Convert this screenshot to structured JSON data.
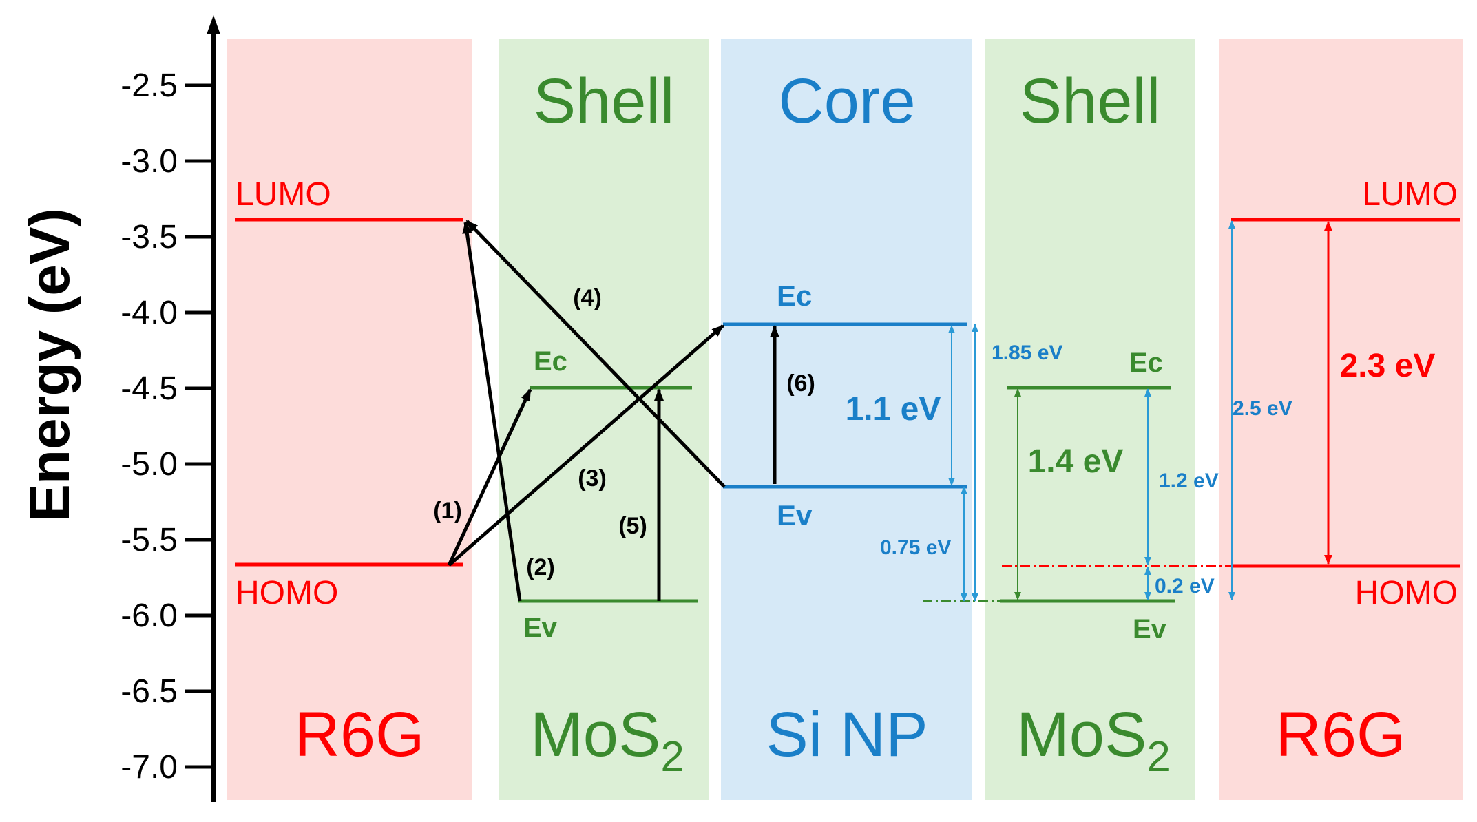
{
  "colors": {
    "red": "#ff0000",
    "green": "#3a8a2e",
    "blue": "#1a7fc8",
    "black": "#000000",
    "bg_red": "#fddcda",
    "bg_green": "#dcefd6",
    "bg_blue": "#d6e9f7"
  },
  "axis": {
    "label": "Energy (eV)",
    "ticks": [
      "-2.5",
      "-3.0",
      "-3.5",
      "-4.0",
      "-4.5",
      "-5.0",
      "-5.5",
      "-6.0",
      "-6.5",
      "-7.0"
    ]
  },
  "panels": [
    {
      "top": "",
      "bottom": "R6G",
      "sub": ""
    },
    {
      "top": "Shell",
      "bottom": "MoS",
      "sub": "2"
    },
    {
      "top": "Core",
      "bottom": "Si NP",
      "sub": ""
    },
    {
      "top": "Shell",
      "bottom": "MoS",
      "sub": "2"
    },
    {
      "top": "",
      "bottom": "R6G",
      "sub": ""
    }
  ],
  "levels": {
    "lumo": "LUMO",
    "homo": "HOMO",
    "ec": "Ec",
    "ev": "Ev"
  },
  "transitions": [
    "(1)",
    "(2)",
    "(3)",
    "(4)",
    "(5)",
    "(6)"
  ],
  "gaps": {
    "si_gap": "1.1 eV",
    "si_to_lumo": "1.85 eV",
    "si_offset": "0.75 eV",
    "mos2_gap": "1.4 eV",
    "mos2_to_homo": "1.2 eV",
    "homo_offset": "0.2 eV",
    "r6g_to_ev": "2.5 eV",
    "r6g_gap": "2.3 eV"
  }
}
